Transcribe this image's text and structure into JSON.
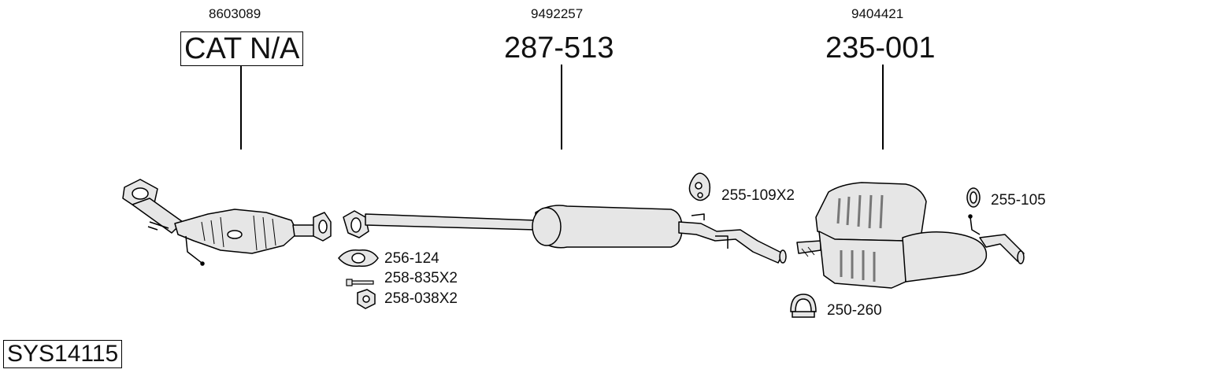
{
  "system_id": "SYS14115",
  "sections": [
    {
      "name": "catalytic-converter",
      "oem": "8603089",
      "part": "CAT N/A"
    },
    {
      "name": "middle-silencer",
      "oem": "9492257",
      "part": "287-513"
    },
    {
      "name": "rear-silencer",
      "oem": "9404421",
      "part": "235-001"
    }
  ],
  "accessories": [
    {
      "name": "gasket",
      "label": "256-124"
    },
    {
      "name": "bolt",
      "label": "258-835X2"
    },
    {
      "name": "nut",
      "label": "258-038X2"
    },
    {
      "name": "rubber-hanger",
      "label": "255-109X2"
    },
    {
      "name": "rubber-ring",
      "label": "255-105"
    },
    {
      "name": "clamp",
      "label": "250-260"
    }
  ],
  "colors": {
    "line": "#000000",
    "part_fill": "#e6e6e6",
    "shade": "#b0b0b0",
    "background": "#ffffff"
  }
}
